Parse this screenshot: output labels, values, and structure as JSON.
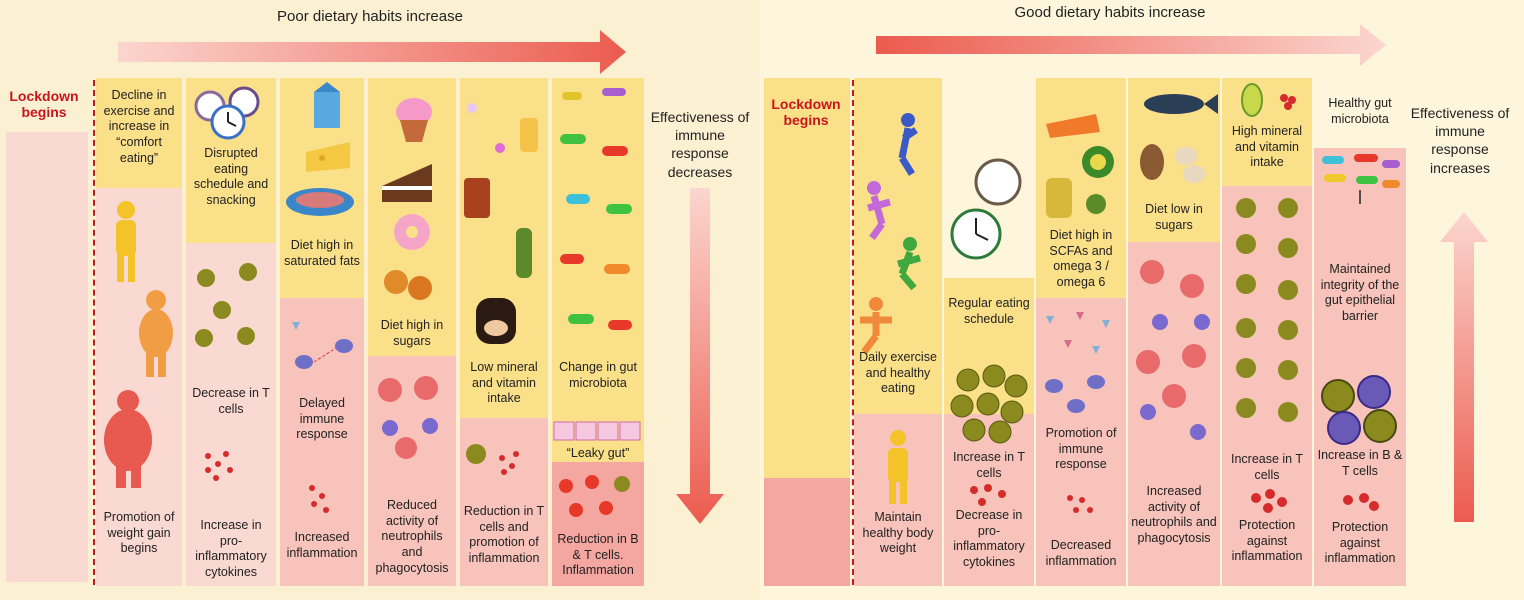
{
  "left": {
    "header": "Poor dietary habits increase",
    "lockdown": "Lockdown begins",
    "columns": [
      {
        "top": "Decline in exercise and increase in “comfort eating”",
        "bottom": "Promotion of weight gain begins"
      },
      {
        "top": "Disrupted eating schedule and snacking",
        "mid": "Decrease in T cells",
        "bottom": "Increase in pro-inflammatory cytokines"
      },
      {
        "top": "Diet high in saturated fats",
        "mid": "Delayed immune response",
        "bottom": "Increased inflammation"
      },
      {
        "top": "Diet high in sugars",
        "bottom": "Reduced activity of neutrophils and phagocytosis"
      },
      {
        "top": "Low mineral and vitamin intake",
        "bottom": "Reduction in T cells and promotion of inflammation"
      },
      {
        "top": "Change in gut microbiota",
        "gut": "“Leaky gut”",
        "bottom": "Reduction in B & T cells. Inflammation"
      }
    ],
    "effectiveness": "Effectiveness of immune response decreases"
  },
  "right": {
    "header": "Good dietary habits increase",
    "lockdown": "Lockdown begins",
    "columns": [
      {
        "top": "Daily exercise and healthy eating",
        "bottom": "Maintain healthy body weight"
      },
      {
        "top": "Regular eating schedule",
        "mid": "Increase in T cells",
        "bottom": "Decrease in pro-inflammatory cytokines"
      },
      {
        "top": "Diet high in SCFAs and omega 3 / omega 6",
        "mid": "Promotion of immune response",
        "bottom": "Decreased inflammation"
      },
      {
        "top": "Diet low in sugars",
        "bottom": "Increased activity of neutrophils and phagocytosis"
      },
      {
        "top": "High mineral and vitamin intake",
        "mid": "Increase in T cells",
        "bottom": "Protection against inflammation"
      },
      {
        "top": "Healthy gut microbiota",
        "gut": "Maintained integrity of the gut epithelial barrier",
        "mid": "Increase in B & T cells",
        "bottom": "Protection against inflammation"
      }
    ],
    "effectiveness": "Effectiveness of immune response increases"
  },
  "colors": {
    "yellow": "#fbe08a",
    "pale_pink": "#fbd9d3",
    "pink": "#f7c3bb",
    "red": "#e84a3c",
    "lock_red": "#c8161d"
  }
}
